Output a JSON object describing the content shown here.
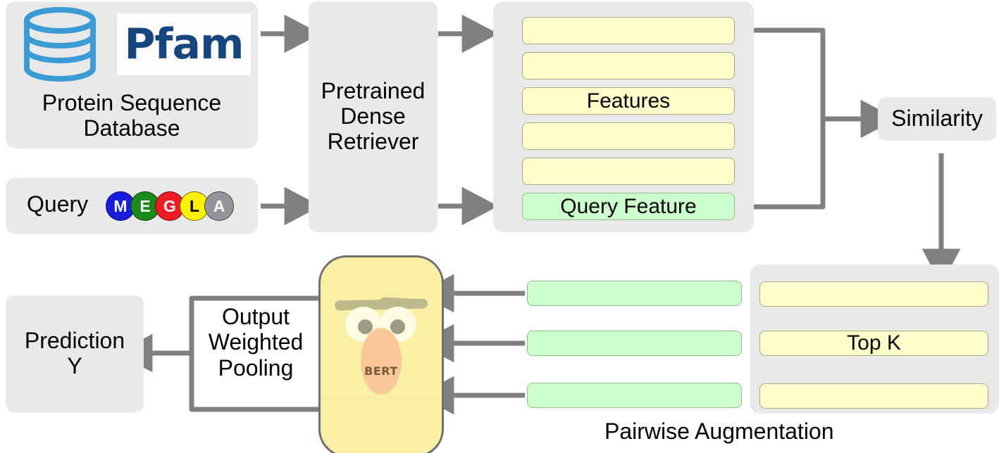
{
  "diagram": {
    "title": "Retrieval-augmented protein sequence prediction pipeline",
    "colors": {
      "panel_bg": "#e9e9e9",
      "feature_yellow": "#ffffcc",
      "query_green": "#ccffcc",
      "arrow_gray": "#808080",
      "bert_face": "#faf0a5",
      "bert_nose": "#f8c89b",
      "pfam_blue": "#17457e",
      "cylinder_blue": "#3b9bd5"
    }
  },
  "database_panel": {
    "logo_icon": "database-cylinder-icon",
    "logo_wordmark": "Pfam",
    "caption_line1": "Protein Sequence",
    "caption_line2": "Database"
  },
  "query_panel": {
    "label": "Query",
    "residues": [
      {
        "letter": "M",
        "fill": "#1b1be0",
        "text_color": "#ffffff"
      },
      {
        "letter": "E",
        "fill": "#1a8a1a",
        "text_color": "#ffffff"
      },
      {
        "letter": "G",
        "fill": "#ed1c24",
        "text_color": "#ffffff"
      },
      {
        "letter": "L",
        "fill": "#fff200",
        "text_color": "#000000"
      },
      {
        "letter": "A",
        "fill": "#939598",
        "text_color": "#ffffff"
      }
    ]
  },
  "retriever": {
    "line1": "Pretrained",
    "line2": "Dense",
    "line3": "Retriever"
  },
  "features_panel": {
    "bars": [
      {
        "label": "",
        "kind": "yellow"
      },
      {
        "label": "",
        "kind": "yellow"
      },
      {
        "label": "Features",
        "kind": "yellow"
      },
      {
        "label": "",
        "kind": "yellow"
      },
      {
        "label": "",
        "kind": "yellow"
      },
      {
        "label": "Query Feature",
        "kind": "green"
      }
    ]
  },
  "similarity": {
    "label": "Similarity"
  },
  "topk_panel": {
    "bars": [
      {
        "label": "",
        "kind": "yellow"
      },
      {
        "label": "Top K",
        "kind": "yellow"
      },
      {
        "label": "",
        "kind": "yellow"
      }
    ]
  },
  "pairwise": {
    "caption": "Pairwise Augmentation",
    "bars": [
      {
        "label": "",
        "kind": "green"
      },
      {
        "label": "",
        "kind": "green"
      },
      {
        "label": "",
        "kind": "green"
      }
    ]
  },
  "encoder": {
    "name": "BERT"
  },
  "pooling": {
    "line1": "Output",
    "line2": "Weighted",
    "line3": "Pooling"
  },
  "prediction": {
    "line1": "Prediction",
    "line2": "Y"
  }
}
